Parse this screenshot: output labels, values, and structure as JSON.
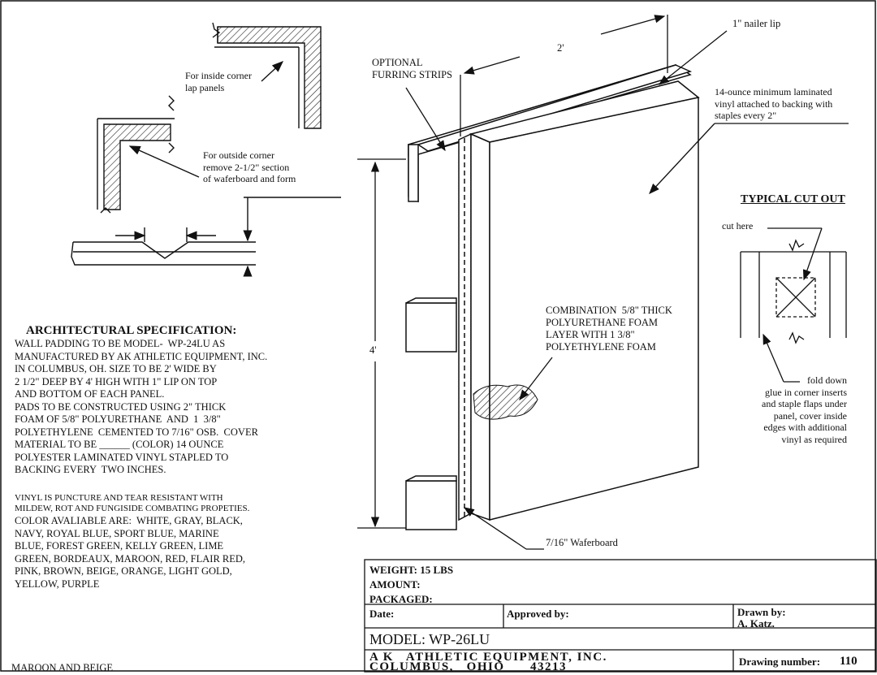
{
  "detail_labels": {
    "inside_corner": "For inside corner\nlap panels",
    "outside_corner": "For outside corner\nremove 2-1/2\" section\nof waferboard and form"
  },
  "spec": {
    "heading": "ARCHITECTURAL SPECIFICATION:",
    "body": "WALL PADDING TO BE MODEL-  WP-24LU AS\nMANUFACTURED BY AK ATHLETIC EQUIPMENT, INC.\nIN COLUMBUS, OH. SIZE TO BE 2' WIDE BY\n2 1/2\" DEEP BY 4' HIGH WITH 1\" LIP ON TOP\nAND BOTTOM OF EACH PANEL.\nPADS TO BE CONSTRUCTED USING 2\" THICK\nFOAM OF 5/8\" POLYURETHANE  AND  1  3/8\"\nPOLYETHYLENE  CEMENTED TO 7/16\" OSB.  COVER\nMATERIAL TO BE ______ (COLOR) 14 OUNCE\nPOLYESTER LAMINATED VINYL STAPLED TO\nBACKING EVERY  TWO INCHES.",
    "vinyl_note": "VINYL IS PUNCTURE AND TEAR RESISTANT WITH\nMILDEW, ROT AND FUNGISIDE COMBATING PROPETIES.",
    "colors": "COLOR AVALIABLE ARE:  WHITE, GRAY, BLACK,\nNAVY, ROYAL BLUE, SPORT BLUE, MARINE\nBLUE, FOREST GREEN, KELLY GREEN, LIME\nGREEN, BORDEAUX, MAROON, RED, FLAIR RED,\nPINK, BROWN, BEIGE, ORANGE, LIGHT GOLD,\nYELLOW, PURPLE",
    "footer": "MAROON AND BEIGE"
  },
  "panel_labels": {
    "optional_furring": "OPTIONAL\nFURRING STRIPS",
    "width_dim": "2'",
    "height_dim": "4'",
    "nailer_lip": "1\" nailer lip",
    "vinyl": "14-ounce minimum laminated\nvinyl attached to backing with\nstaples every 2\"",
    "foam": "COMBINATION  5/8\" THICK\nPOLYURETHANE FOAM\nLAYER WITH 1 3/8\"\nPOLYETHYLENE FOAM",
    "waferboard": "7/16\" Waferboard"
  },
  "cut_out": {
    "title": "TYPICAL CUT OUT",
    "cut_here": "cut here",
    "note": "fold down\nglue in corner inserts\nand staple flaps under\npanel, cover inside\nedges with additional\nvinyl as required"
  },
  "title_block": {
    "weight": "WEIGHT: 15 LBS",
    "amount": "AMOUNT:",
    "packaged": "PACKAGED:",
    "date": "Date:",
    "approved_by": "Approved by:",
    "drawn_by": "Drawn by:",
    "drawn_by_name": "A. Katz.",
    "model": "MODEL: WP-26LU",
    "company": "A K   ATHLETIC EQUIPMENT, INC.",
    "city": "COLUMBUS,   OHIO      43213",
    "drawing_number_label": "Drawing number:",
    "drawing_number": "110"
  }
}
